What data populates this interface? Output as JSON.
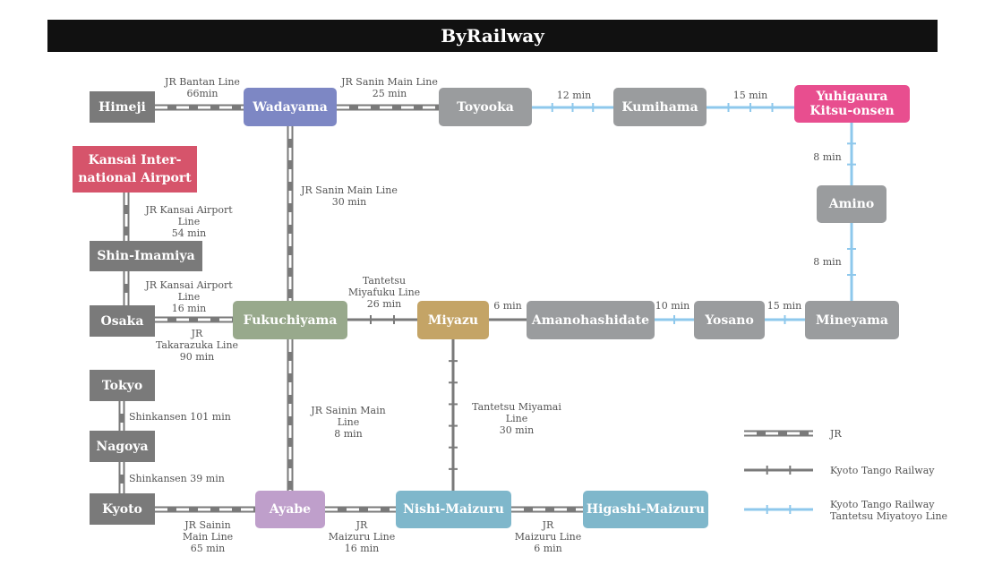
{
  "title": "ByRailway",
  "colors": {
    "jr": "#7a7a7a",
    "kyoto_tango": "#7a7a7a",
    "miyatoyo": "#8ec8ec",
    "station_gray": "#7a7a7a",
    "station_light": "#9a9c9e",
    "wadayama": "#7d87c4",
    "kansai_airport": "#d6546b",
    "yuhigaura": "#e84e8f",
    "fukuchiyama": "#98a98c",
    "miyazu": "#c4a466",
    "ayabe": "#bf9fcb",
    "maizuru": "#7fb7cb"
  },
  "stations": {
    "himeji": "Himeji",
    "wadayama": "Wadayama",
    "toyooka": "Toyooka",
    "kumihama": "Kumihama",
    "yuhigaura": "Yuhigaura\nKitsu-onsen",
    "kansai_airport": "Kansai Inter-\nnational Airport",
    "amino": "Amino",
    "shin_imamiya": "Shin-Imamiya",
    "osaka": "Osaka",
    "fukuchiyama": "Fukuchiyama",
    "miyazu": "Miyazu",
    "amanohashidate": "Amanohashidate",
    "yosano": "Yosano",
    "mineyama": "Mineyama",
    "tokyo": "Tokyo",
    "nagoya": "Nagoya",
    "kyoto": "Kyoto",
    "ayabe": "Ayabe",
    "nishi_maizuru": "Nishi-Maizuru",
    "higashi_maizuru": "Higashi-Maizuru"
  },
  "segments": {
    "himeji_wadayama": "JR Bantan Line\n66min",
    "wadayama_toyooka": "JR Sanin Main Line\n25 min",
    "toyooka_kumihama": "12 min",
    "kumihama_yuhigaura": "15 min",
    "yuhigaura_amino": "8 min",
    "amino_mineyama": "8 min",
    "wadayama_fukuchiyama": "JR Sanin Main Line\n30 min",
    "airport_shinimamiya": "JR Kansai Airport Line\n54 min",
    "shinimamiya_osaka": "JR Kansai Airport Line\n16 min",
    "osaka_fukuchiyama": "JR\nTakarazuka Line\n90 min",
    "fukuchiyama_miyazu": "Tantetsu\nMiyafuku Line\n26 min",
    "miyazu_amanohashidate": "6 min",
    "amanohashidate_yosano": "10 min",
    "yosano_mineyama": "15 min",
    "fukuchiyama_ayabe": "JR Sainin Main Line\n8 min",
    "miyazu_nishimaizuru": "Tantetsu Miyamai Line\n30 min",
    "tokyo_nagoya": "Shinkansen  101 min",
    "nagoya_kyoto": "Shinkansen  39 min",
    "kyoto_ayabe": "JR Sainin\nMain Line\n65 min",
    "ayabe_nishimaizuru": "JR\nMaizuru Line\n16 min",
    "nishimaizuru_higashimaizuru": "JR\nMaizuru Line\n6 min"
  },
  "legend": {
    "jr": "JR",
    "kyoto_tango": "Kyoto Tango Railway",
    "miyatoyo": "Kyoto Tango Railway\nTantetsu Miyatoyo Line"
  }
}
